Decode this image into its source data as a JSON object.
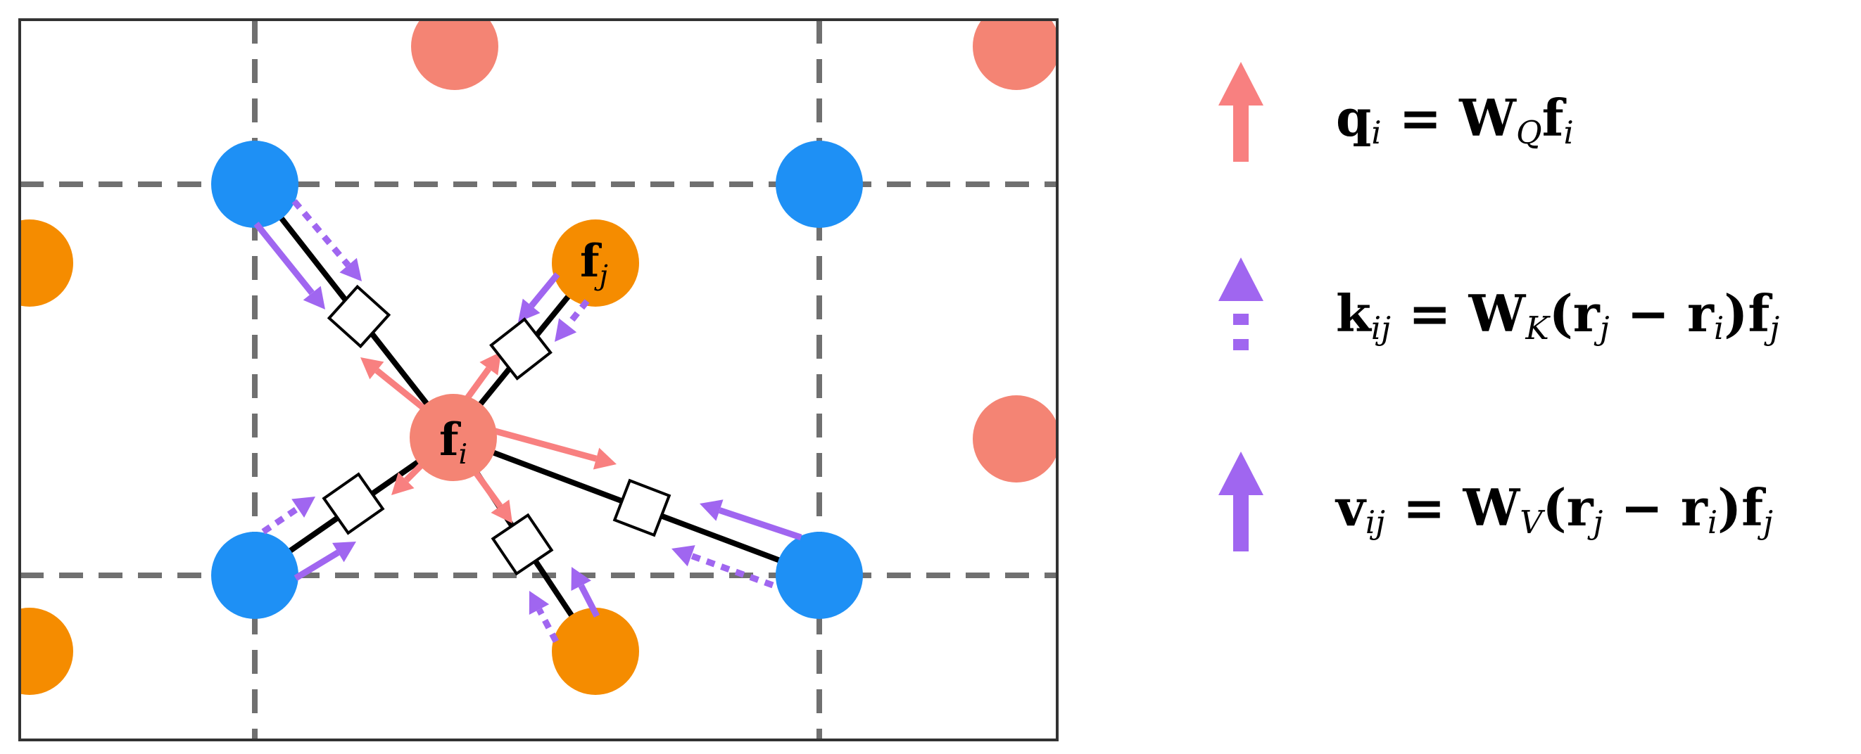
{
  "colors": {
    "query_arrow": "#F88080",
    "key_value_arrow": "#A066F0",
    "blue_atom": "#1E90F5",
    "orange_atom": "#F58C00",
    "salmon_atom": "#F48474",
    "grid_dash": "#707070",
    "bond": "#000000"
  },
  "node_labels": {
    "center": {
      "base": "f",
      "sub": "i"
    },
    "neighbor": {
      "base": "f",
      "sub": "j"
    }
  },
  "legend": {
    "query": {
      "arrow_style": "solid",
      "lhs": "q",
      "lhs_sub": "i",
      "eq": "=",
      "mat": "W",
      "mat_sub": "Q",
      "rhs": "f",
      "rhs_sub": "i"
    },
    "key": {
      "arrow_style": "dotted",
      "lhs": "k",
      "lhs_sub": "ij",
      "eq": "=",
      "mat": "W",
      "mat_sub": "K",
      "open": "(",
      "r1": "r",
      "r1_sub": "j",
      "minus": "−",
      "r2": "r",
      "r2_sub": "i",
      "close": ")",
      "rhs": "f",
      "rhs_sub": "j"
    },
    "value": {
      "arrow_style": "solid",
      "lhs": "v",
      "lhs_sub": "ij",
      "eq": "=",
      "mat": "W",
      "mat_sub": "V",
      "open": "(",
      "r1": "r",
      "r1_sub": "j",
      "minus": "−",
      "r2": "r",
      "r2_sub": "i",
      "close": ")",
      "rhs": "f",
      "rhs_sub": "j"
    }
  }
}
